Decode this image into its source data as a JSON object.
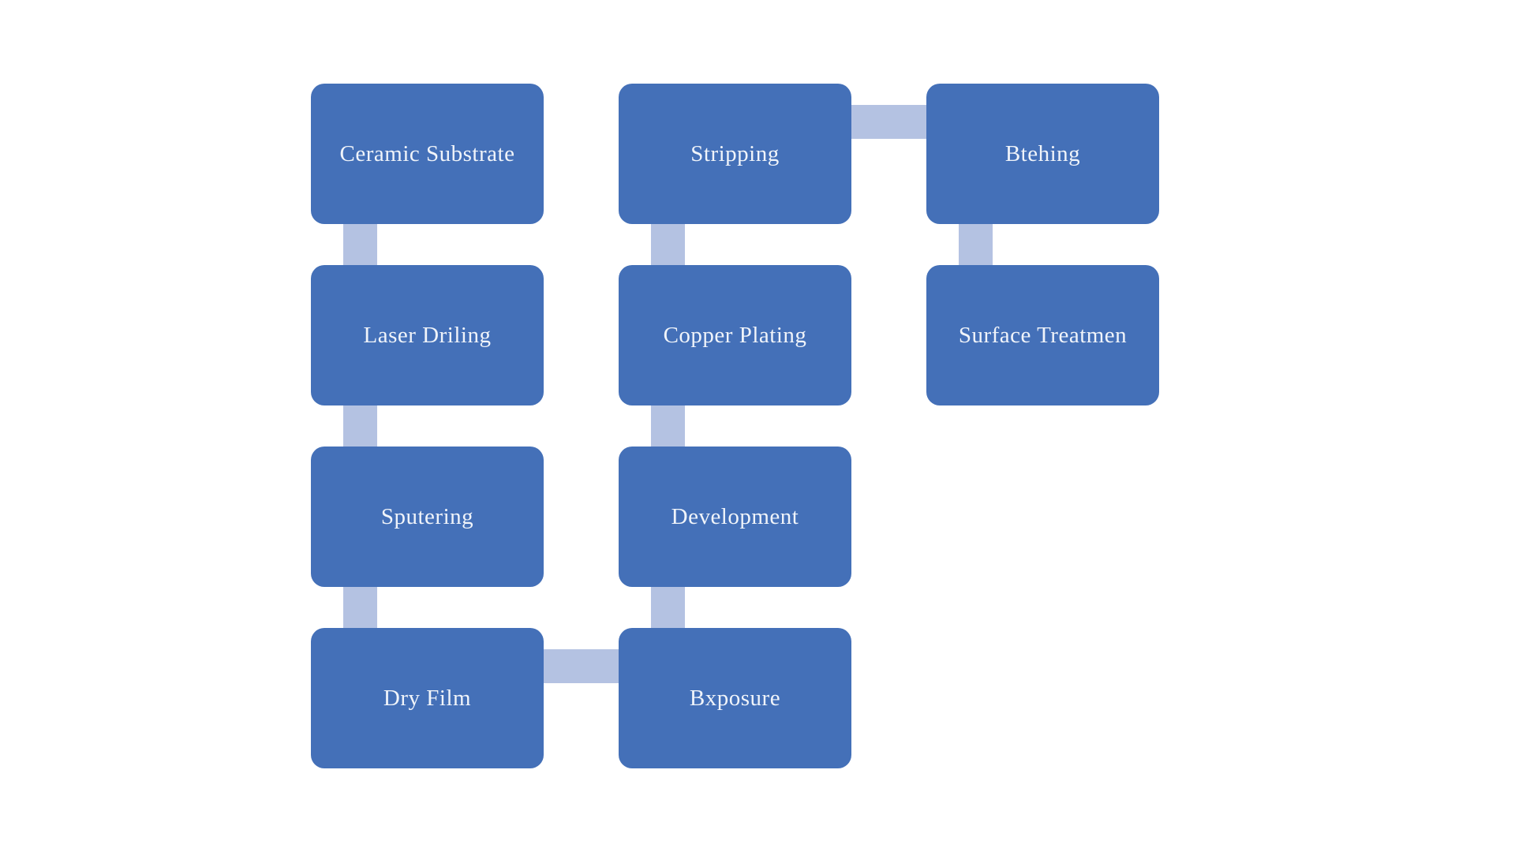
{
  "diagram": {
    "type": "process-flowchart",
    "colors": {
      "node_fill": "#4470B8",
      "connector": "#B4C2E2",
      "node_text": "#F0F4FA",
      "background": "#FFFFFF"
    },
    "nodes": [
      {
        "id": "ceramic-substrate",
        "label": "Ceramic Substrate",
        "column": 1,
        "row": 1
      },
      {
        "id": "laser-driling",
        "label": "Laser Driling",
        "column": 1,
        "row": 2
      },
      {
        "id": "sputering",
        "label": "Sputering",
        "column": 1,
        "row": 3
      },
      {
        "id": "dry-film",
        "label": "Dry Film",
        "column": 1,
        "row": 4
      },
      {
        "id": "stripping",
        "label": "Stripping",
        "column": 2,
        "row": 1
      },
      {
        "id": "copper-plating",
        "label": "Copper Plating",
        "column": 2,
        "row": 2
      },
      {
        "id": "development",
        "label": "Development",
        "column": 2,
        "row": 3
      },
      {
        "id": "bxposure",
        "label": "Bxposure",
        "column": 2,
        "row": 4
      },
      {
        "id": "btehing",
        "label": "Btehing",
        "column": 3,
        "row": 1
      },
      {
        "id": "surface-treatmen",
        "label": "Surface Treatmen",
        "column": 3,
        "row": 2
      }
    ],
    "connections": [
      {
        "from": "ceramic-substrate",
        "to": "laser-driling",
        "orientation": "vertical"
      },
      {
        "from": "laser-driling",
        "to": "sputering",
        "orientation": "vertical"
      },
      {
        "from": "sputering",
        "to": "dry-film",
        "orientation": "vertical"
      },
      {
        "from": "dry-film",
        "to": "bxposure",
        "orientation": "horizontal"
      },
      {
        "from": "bxposure",
        "to": "development",
        "orientation": "vertical"
      },
      {
        "from": "development",
        "to": "copper-plating",
        "orientation": "vertical"
      },
      {
        "from": "copper-plating",
        "to": "stripping",
        "orientation": "vertical"
      },
      {
        "from": "stripping",
        "to": "btehing",
        "orientation": "horizontal"
      },
      {
        "from": "btehing",
        "to": "surface-treatmen",
        "orientation": "vertical"
      }
    ]
  }
}
